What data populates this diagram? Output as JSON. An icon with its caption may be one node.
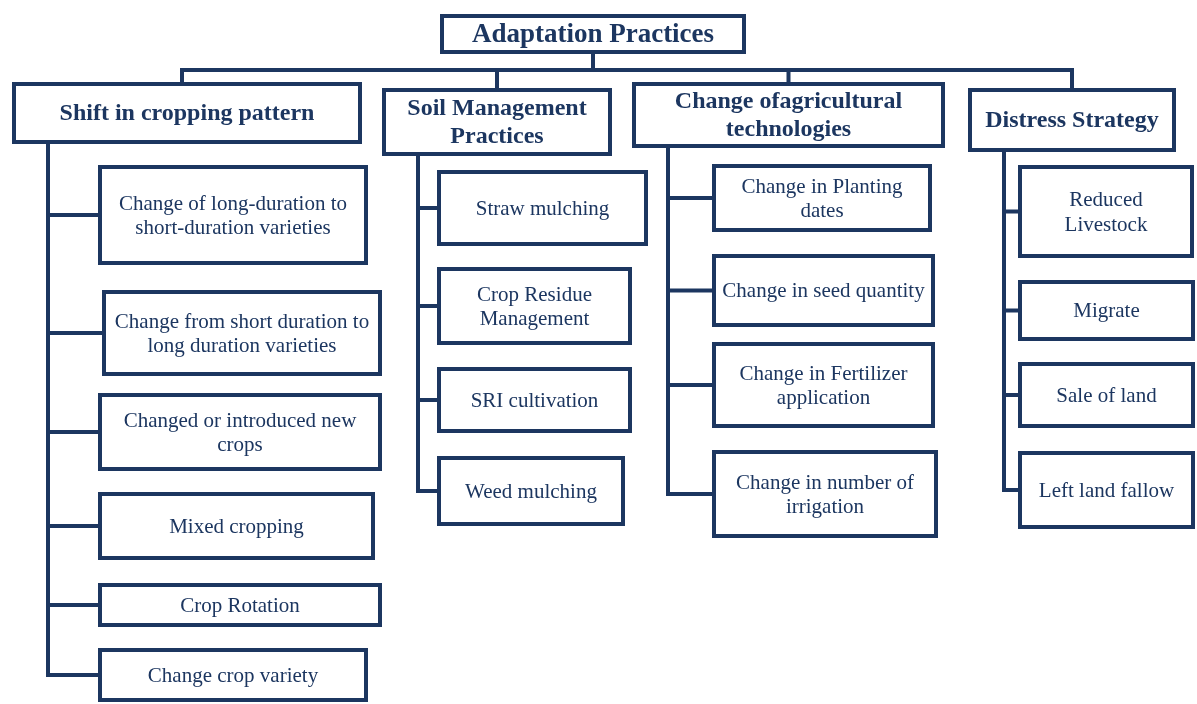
{
  "diagram": {
    "nodes": [
      {
        "text": [
          "Adaptation Practices"
        ]
      },
      {
        "text": [
          "Shift in cropping pattern"
        ]
      },
      {
        "text": [
          "Soil Management Practices"
        ]
      },
      {
        "text": [
          "Change ofagricultural technologies"
        ]
      },
      {
        "text": [
          "Distress Strategy"
        ]
      },
      {
        "text": [
          "Change of long-duration to short-duration varieties"
        ]
      },
      {
        "text": [
          "Change from short duration to long duration varieties"
        ]
      },
      {
        "text": [
          "Changed or introduced new crops"
        ]
      },
      {
        "text": [
          "Mixed cropping"
        ]
      },
      {
        "text": [
          "Crop Rotation"
        ]
      },
      {
        "text": [
          "Change crop variety"
        ]
      },
      {
        "text": [
          "Straw mulching"
        ]
      },
      {
        "text": [
          "Crop Residue Management"
        ]
      },
      {
        "text": [
          "SRI cultivation"
        ]
      },
      {
        "text": [
          "Weed mulching"
        ]
      },
      {
        "text": [
          "Change in Planting dates"
        ]
      },
      {
        "text": [
          "Change in seed quantity"
        ]
      },
      {
        "text": [
          "Change in Fertilizer application"
        ]
      },
      {
        "text": [
          "Change in number of irrigation"
        ]
      },
      {
        "text": [
          "Reduced Livestock"
        ]
      },
      {
        "text": [
          "Migrate"
        ]
      },
      {
        "text": [
          "Sale of land"
        ]
      },
      {
        "text": [
          "Left land fallow"
        ]
      }
    ],
    "edges": [
      {
        "from": 0,
        "to": 1,
        "arrow": "none"
      },
      {
        "from": 0,
        "to": 2,
        "arrow": "none"
      },
      {
        "from": 0,
        "to": 3,
        "arrow": "none"
      },
      {
        "from": 0,
        "to": 4,
        "arrow": "none"
      },
      {
        "from": 1,
        "to": 5,
        "arrow": "none"
      },
      {
        "from": 1,
        "to": 6,
        "arrow": "none"
      },
      {
        "from": 1,
        "to": 7,
        "arrow": "none"
      },
      {
        "from": 1,
        "to": 8,
        "arrow": "none"
      },
      {
        "from": 1,
        "to": 9,
        "arrow": "none"
      },
      {
        "from": 1,
        "to": 10,
        "arrow": "none"
      },
      {
        "from": 2,
        "to": 11,
        "arrow": "none"
      },
      {
        "from": 2,
        "to": 12,
        "arrow": "none"
      },
      {
        "from": 2,
        "to": 13,
        "arrow": "none"
      },
      {
        "from": 2,
        "to": 14,
        "arrow": "none"
      },
      {
        "from": 3,
        "to": 15,
        "arrow": "none"
      },
      {
        "from": 3,
        "to": 16,
        "arrow": "none"
      },
      {
        "from": 3,
        "to": 17,
        "arrow": "none"
      },
      {
        "from": 3,
        "to": 18,
        "arrow": "none"
      },
      {
        "from": 4,
        "to": 19,
        "arrow": "none"
      },
      {
        "from": 4,
        "to": 20,
        "arrow": "none"
      },
      {
        "from": 4,
        "to": 21,
        "arrow": "none"
      },
      {
        "from": 4,
        "to": 22,
        "arrow": "none"
      }
    ]
  }
}
